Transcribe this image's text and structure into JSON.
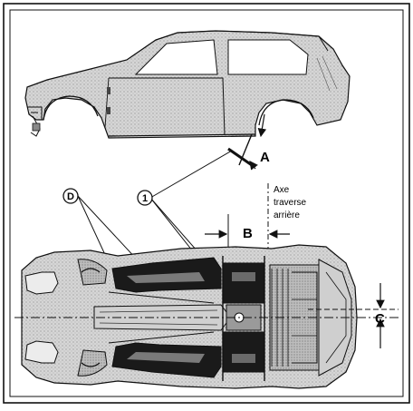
{
  "callouts": {
    "label_d": "D",
    "label_1": "1"
  },
  "dimensions": {
    "a": "A",
    "b": "B",
    "c": "C"
  },
  "annotation": {
    "line1": "Axe",
    "line2": "traverse",
    "line3": "arrière"
  },
  "colors": {
    "ink": "#111111",
    "shade": "#9a9a9a",
    "paper": "#ffffff"
  }
}
